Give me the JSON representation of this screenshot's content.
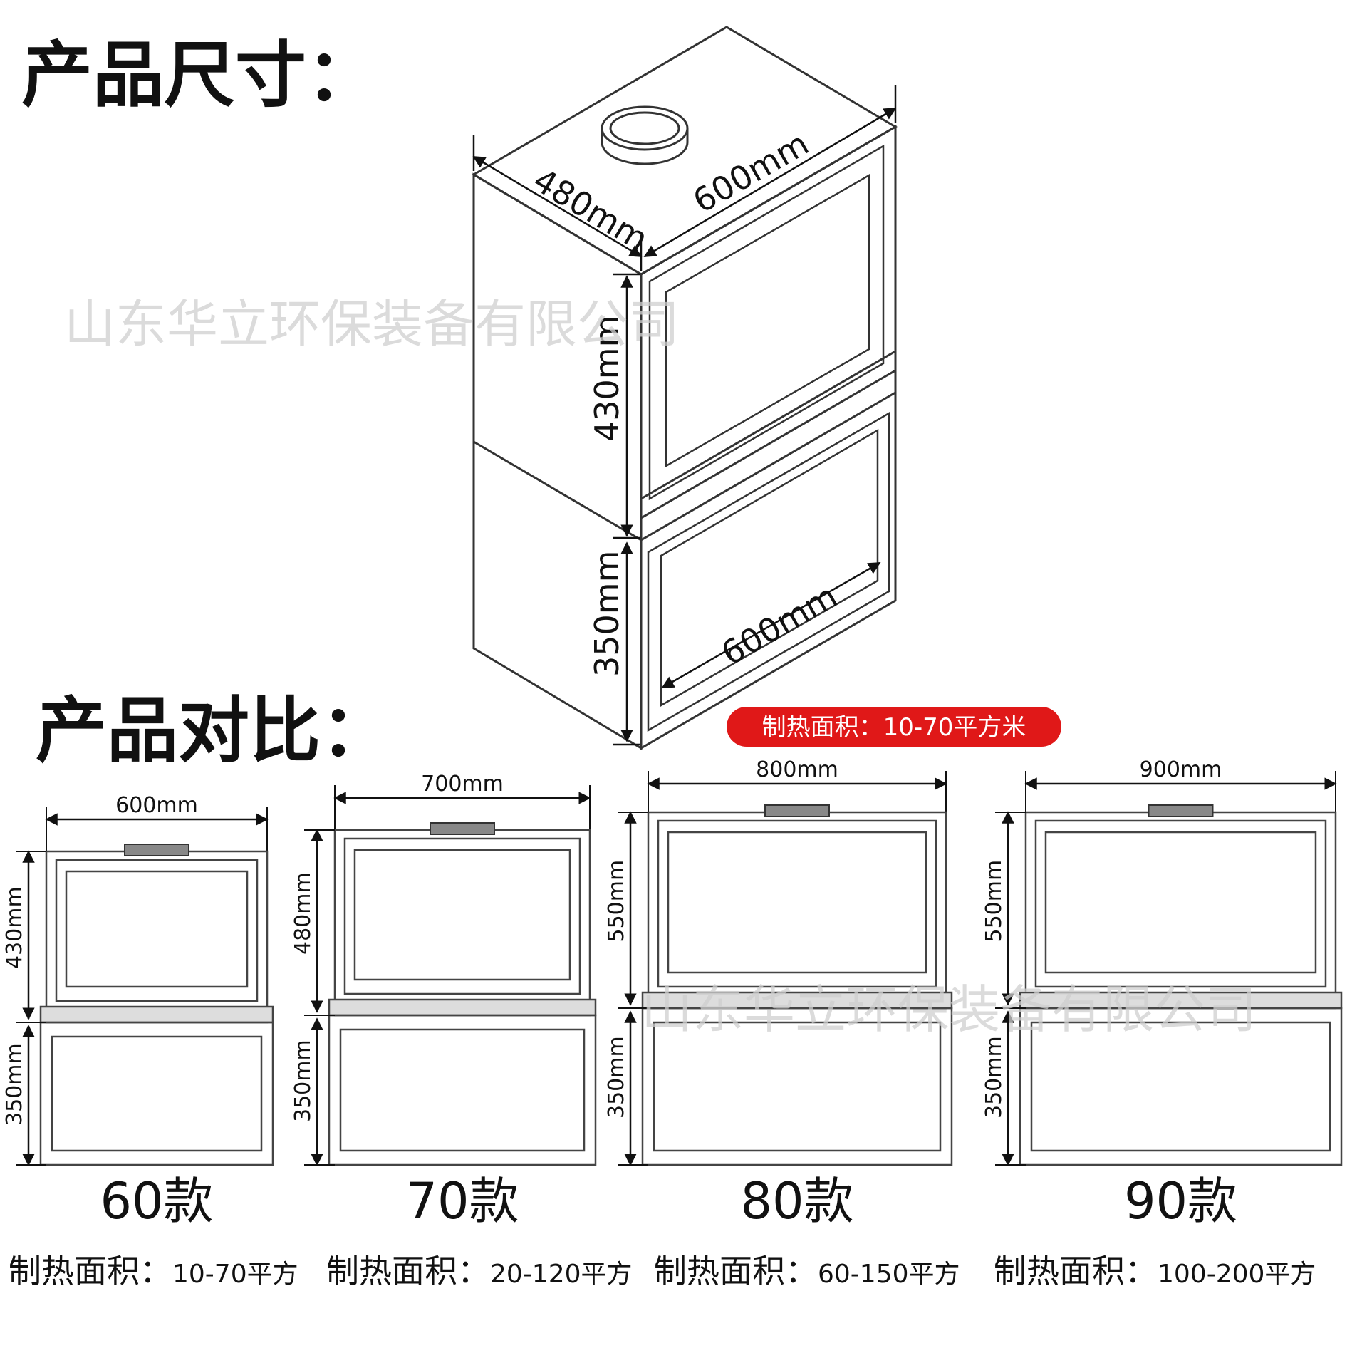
{
  "sections": {
    "size_title": "产品尺寸：",
    "compare_title": "产品对比："
  },
  "watermark": "山东华立环保装备有限公司",
  "iso_view": {
    "depth": "480mm",
    "width_top": "600mm",
    "upper_height": "430mm",
    "lower_height": "350mm",
    "width_bottom": "600mm",
    "badge": "制热面积：10-70平方米",
    "badge_color": "#e01818"
  },
  "models": [
    {
      "width": "600mm",
      "upper": "430mm",
      "lower": "350mm",
      "name": "60款",
      "spec_label": "制热面积：",
      "spec_value": "10-70平方",
      "highlight": true
    },
    {
      "width": "700mm",
      "upper": "480mm",
      "lower": "350mm",
      "name": "70款",
      "spec_label": "制热面积：",
      "spec_value": "20-120平方",
      "highlight": false
    },
    {
      "width": "800mm",
      "upper": "550mm",
      "lower": "350mm",
      "name": "80款",
      "spec_label": "制热面积：",
      "spec_value": "60-150平方",
      "highlight": false
    },
    {
      "width": "900mm",
      "upper": "550mm",
      "lower": "350mm",
      "name": "90款",
      "spec_label": "制热面积：",
      "spec_value": "100-200平方",
      "highlight": false
    }
  ],
  "colors": {
    "accent": "#e01818",
    "line": "#333333"
  }
}
